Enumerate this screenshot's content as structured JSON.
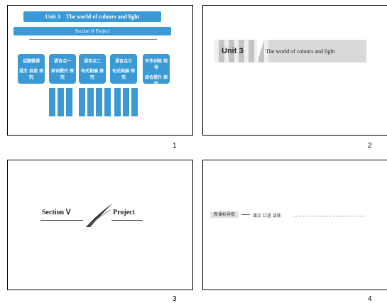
{
  "slides": [
    {
      "number": "1",
      "title_unit": "Unit 3",
      "title_text": "The world of colours and light",
      "section": "Section Ⅴ Project",
      "boxes": [
        {
          "lines": [
            "话题微课",
            "语文 自我 探究"
          ]
        },
        {
          "lines": [
            "语言点一",
            "单词提升 探究"
          ]
        },
        {
          "lines": [
            "语言点二",
            "句式拓展 探究"
          ]
        },
        {
          "lines": [
            "语言点三",
            "句式拓展 探究"
          ]
        },
        {
          "lines": [
            "写作训练 指导",
            "综合提升 探究"
          ]
        }
      ]
    },
    {
      "number": "2",
      "unit": "Unit 3",
      "title": "The world of colours and light"
    },
    {
      "number": "3",
      "left": "Section Ⅴ",
      "right": "Project"
    },
    {
      "number": "4",
      "badge": "新课标导航",
      "text": "课文 口语 讲练"
    }
  ]
}
